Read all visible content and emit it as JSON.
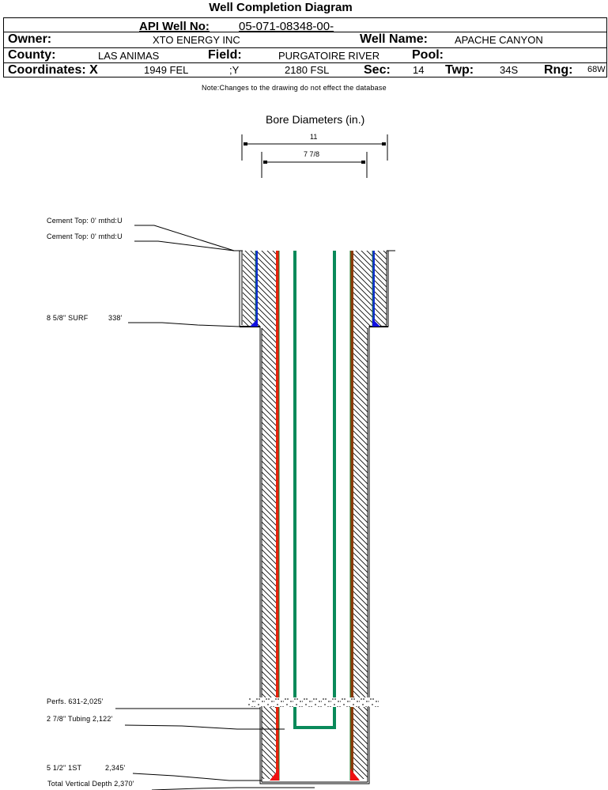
{
  "header": {
    "title": "Well Completion Diagram",
    "api_label": "API Well No:",
    "api_value": "05-071-08348-00-",
    "owner_label": "Owner:",
    "owner_value": "XTO ENERGY INC",
    "well_name_label": "Well Name:",
    "well_name_value": "APACHE CANYON",
    "county_label": "County:",
    "county_value": "LAS ANIMAS",
    "field_label": "Field:",
    "field_value": "PURGATOIRE RIVER",
    "pool_label": "Pool:",
    "pool_value": "",
    "coord_x_label": "Coordinates: X",
    "coord_x_value": "1949 FEL",
    "coord_y_label": ";Y",
    "coord_y_value": "2180 FSL",
    "sec_label": "Sec:",
    "sec_value": "14",
    "twp_label": "Twp:",
    "twp_value": "34S",
    "rng_label": "Rng:",
    "rng_value": "68W",
    "note": "Note:Changes to the drawing do not effect the database"
  },
  "diagram": {
    "bore_title": "Bore Diameters (in.)",
    "bore_outer": "11",
    "bore_inner": "7 7/8",
    "callouts": {
      "cement_top_1": "Cement Top: 0' mthd:U",
      "cement_top_2": "Cement Top: 0' mthd:U",
      "surface_casing": "8 5/8\" SURF",
      "surface_depth": "338'",
      "perfs": "Perfs. 631-2,025'",
      "tubing": "2 7/8\" Tubing 2,122'",
      "production_casing": "5 1/2\" 1ST",
      "production_depth": "2,345'",
      "tvd": "Total Vertical Depth 2,370'"
    },
    "colors": {
      "production_casing": "#e8200c",
      "production_casing_edge": "#1a7a2a",
      "surface_casing": "#1030d0",
      "tubing": "#0a8a5a",
      "outer_brown": "#8b3a0a",
      "cement_shoe": "#1010e0",
      "shoe_red": "#ee1010"
    }
  }
}
